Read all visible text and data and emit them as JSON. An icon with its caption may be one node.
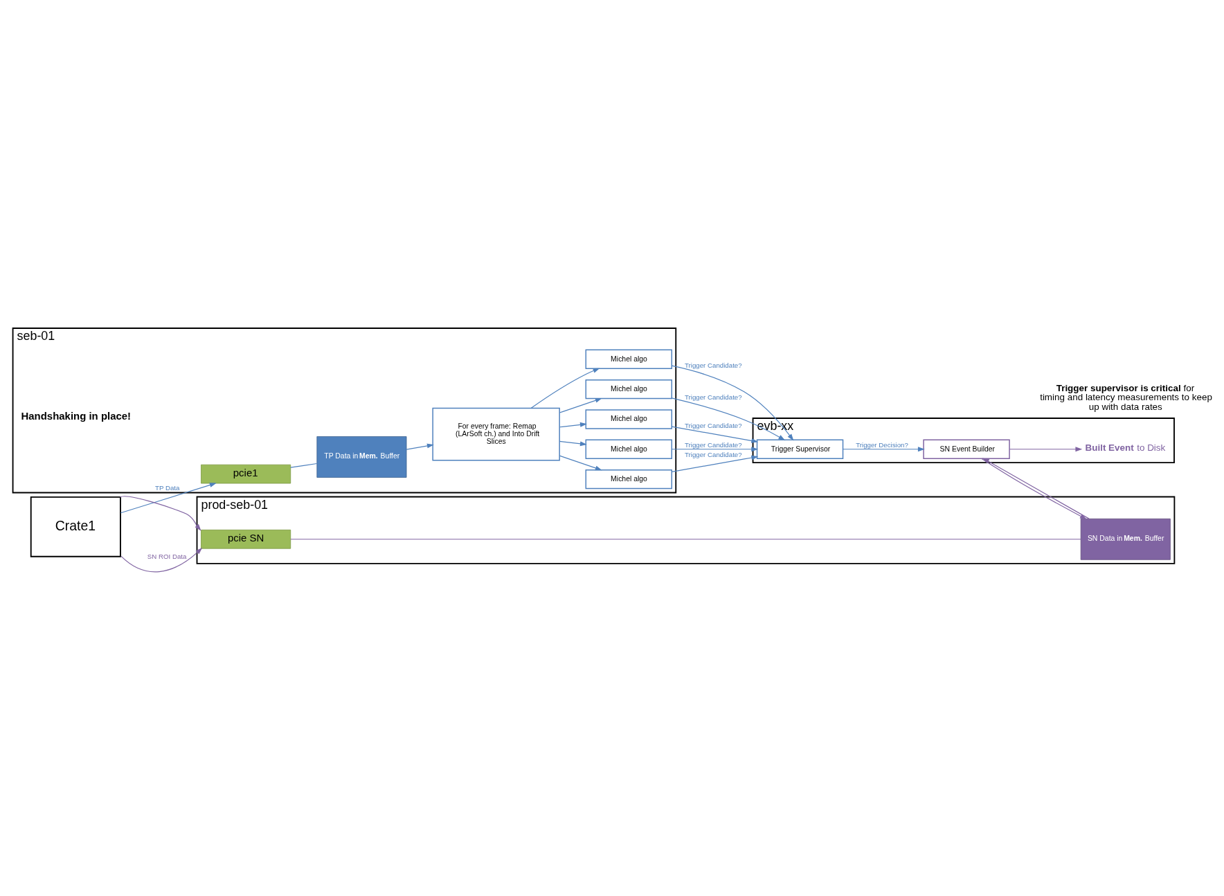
{
  "diagram": {
    "nodes": [
      {
        "text": [
          "seb-01"
        ]
      },
      {
        "text": [
          "pcie1"
        ],
        "in": 0
      },
      {
        "text": [
          "TP Data in **Mem.** Buffer"
        ],
        "in": 0
      },
      {
        "text": [
          "For every frame: Remap (LArSoft ch.) and Into Drift Slices"
        ],
        "in": 0
      },
      {
        "text": [
          "Michel algo"
        ],
        "in": 0
      },
      {
        "text": [
          "Michel algo"
        ],
        "in": 0
      },
      {
        "text": [
          "Michel algo"
        ],
        "in": 0
      },
      {
        "text": [
          "Michel algo"
        ],
        "in": 0
      },
      {
        "text": [
          "Michel algo"
        ],
        "in": 0
      },
      {
        "text": [
          "Crate1"
        ]
      },
      {
        "text": [
          "evb-xx"
        ]
      },
      {
        "text": [
          "Trigger Supervisor"
        ],
        "in": 10
      },
      {
        "text": [
          "SN Event Builder"
        ],
        "in": 10
      },
      {
        "text": [
          "**Built Event** to Disk"
        ],
        "in": 10
      },
      {
        "text": [
          "prod-seb-01"
        ]
      },
      {
        "text": [
          "pcie SN"
        ],
        "in": 14
      },
      {
        "text": [
          "SN Data in **Mem.** Buffer"
        ],
        "in": 14
      }
    ],
    "edges": [
      {
        "from": 9,
        "to": 1,
        "arrow": "to",
        "label": "TP Data"
      },
      {
        "from": 1,
        "to": 2,
        "arrow": "none"
      },
      {
        "from": 2,
        "to": 3,
        "arrow": "to"
      },
      {
        "from": 3,
        "to": 4,
        "arrow": "to"
      },
      {
        "from": 3,
        "to": 5,
        "arrow": "to"
      },
      {
        "from": 3,
        "to": 6,
        "arrow": "to"
      },
      {
        "from": 3,
        "to": 7,
        "arrow": "to"
      },
      {
        "from": 3,
        "to": 8,
        "arrow": "to"
      },
      {
        "from": 4,
        "to": 11,
        "arrow": "to",
        "label": "Trigger Candidate?"
      },
      {
        "from": 5,
        "to": 11,
        "arrow": "to",
        "label": "Trigger Candidate?"
      },
      {
        "from": 6,
        "to": 11,
        "arrow": "to",
        "label": "Trigger Candidate?"
      },
      {
        "from": 7,
        "to": 11,
        "arrow": "to",
        "label": "Trigger Candidate?"
      },
      {
        "from": 8,
        "to": 11,
        "arrow": "to",
        "label": "Trigger Candidate?"
      },
      {
        "from": 11,
        "to": 12,
        "arrow": "to",
        "label": "Trigger Decision?"
      },
      {
        "from": 12,
        "to": 13,
        "arrow": "to",
        "color": "#8064a2"
      },
      {
        "from": 9,
        "to": 15,
        "arrow": "to",
        "color": "#8064a2"
      },
      {
        "from": 9,
        "to": 15,
        "arrow": "to",
        "color": "#8064a2",
        "label": "SN ROI Data"
      },
      {
        "from": 15,
        "to": 16,
        "arrow": "none",
        "color": "#8064a2"
      },
      {
        "from": 16,
        "to": 12,
        "arrow": "to",
        "color": "#8064a2"
      },
      {
        "from": 12,
        "to": 16,
        "arrow": "to",
        "color": "#8064a2"
      }
    ],
    "labels": [
      "Handshaking in place!",
      "**Trigger supervisor is critical** for timing and latency measurements to keep up with data rates"
    ]
  }
}
